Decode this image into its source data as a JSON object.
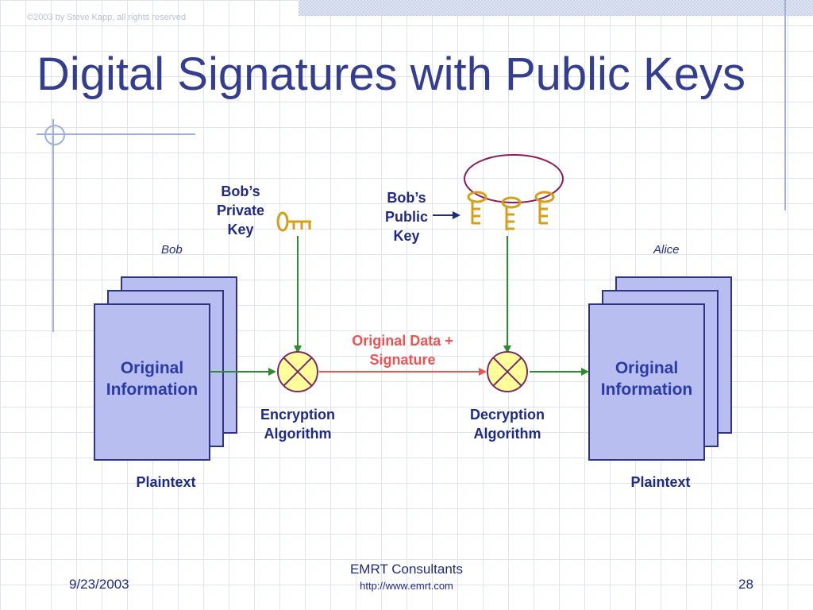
{
  "header": {
    "copyright": "©2003 by Steve Kapp, all rights reserved",
    "title": "Digital Signatures with Public Keys"
  },
  "diagram": {
    "private_key_label": [
      "Bob’s",
      "Private",
      "Key"
    ],
    "public_key_label": [
      "Bob’s",
      "Public",
      "Key"
    ],
    "sender_name": "Bob",
    "receiver_name": "Alice",
    "left_doc_label": [
      "Original",
      "Information"
    ],
    "right_doc_label": [
      "Original",
      "Information"
    ],
    "transit_label": [
      "Original Data +",
      "Signature"
    ],
    "encryption_label": [
      "Encryption",
      "Algorithm"
    ],
    "decryption_label": [
      "Decryption",
      "Algorithm"
    ],
    "left_plaintext": "Plaintext",
    "right_plaintext": "Plaintext"
  },
  "footer": {
    "date": "9/23/2003",
    "company": "EMRT Consultants",
    "url": "http://www.emrt.com",
    "page": "28"
  },
  "colors": {
    "title": "#333e90",
    "doc_fill": "#b8bff0",
    "doc_stroke": "#2e3580",
    "arrow_green": "#2e8b2e",
    "arrow_red": "#ef5350",
    "key_gold": "#d4a017",
    "node_fill": "#ffff99",
    "node_stroke": "#7a2a6a"
  }
}
